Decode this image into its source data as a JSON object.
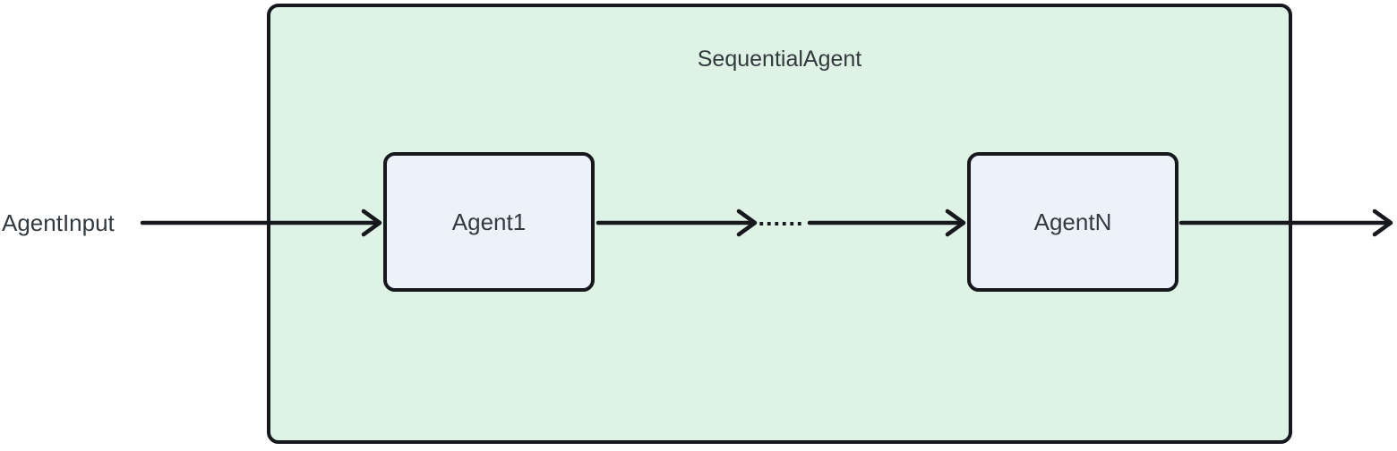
{
  "diagram": {
    "type": "flowchart",
    "container": {
      "label": "SequentialAgent"
    },
    "input_label": "AgentInput",
    "nodes": [
      {
        "id": "agent1",
        "label": "Agent1"
      },
      {
        "id": "agentN",
        "label": "AgentN"
      }
    ],
    "ellipsis_label": "......",
    "edges": [
      {
        "from": "AgentInput",
        "to": "Agent1"
      },
      {
        "from": "Agent1",
        "to": "ellipsis"
      },
      {
        "from": "ellipsis",
        "to": "AgentN"
      },
      {
        "from": "AgentN",
        "to": "output"
      }
    ],
    "colors": {
      "container_fill": "#def2e5",
      "node_fill": "#edf1fa",
      "stroke": "#16181d",
      "text": "#333a3f"
    }
  }
}
